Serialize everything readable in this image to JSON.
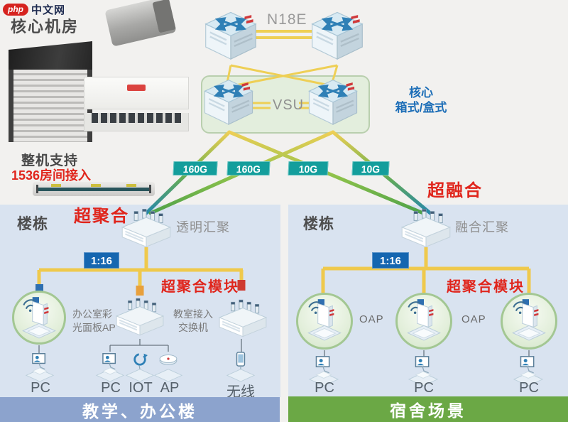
{
  "logo": {
    "badge": "php",
    "text": "中文网"
  },
  "core_room": {
    "title": "核心机房",
    "chassis_note_line1": "整机支持",
    "chassis_note_line2": "1536房间接入"
  },
  "core_layer": {
    "top_link_label": "N18E",
    "vsu_label": "VSU",
    "core_type_line1": "核心",
    "core_type_line2": "箱式/盒式"
  },
  "uplinks": {
    "badges": [
      "160G",
      "160G",
      "10G",
      "10G"
    ]
  },
  "callouts": {
    "left": "超聚合",
    "right": "超融合"
  },
  "left_panel": {
    "building": "楼栋",
    "aggregation": "透明汇聚",
    "ratio": "1:16",
    "module": "超聚合模块",
    "wall_ap_line1": "办公室彩",
    "wall_ap_line2": "光面板AP",
    "classroom_switch_line1": "教室接入",
    "classroom_switch_line2": "交换机",
    "terminals": {
      "pc_left": "PC",
      "pc": "PC",
      "iot": "IOT",
      "ap": "AP",
      "wireless": "无线"
    },
    "footer": "教学、办公楼"
  },
  "right_panel": {
    "building": "楼栋",
    "aggregation": "融合汇聚",
    "ratio": "1:16",
    "module": "超聚合模块",
    "oap_labels": [
      "OAP",
      "OAP"
    ],
    "pc_labels": [
      "PC",
      "PC",
      "PC"
    ],
    "footer": "宿舍场景"
  },
  "colors": {
    "accent_red": "#e0251c",
    "badge_teal": "#149e9c",
    "ratio_blue": "#1566b0",
    "link_yellow": "#eecf55",
    "panel_blue": "#d9e3f0",
    "footer_left_blue": "#8ca3cd",
    "footer_right_green": "#6ba845",
    "core_type_blue": "#1d6eb7"
  }
}
